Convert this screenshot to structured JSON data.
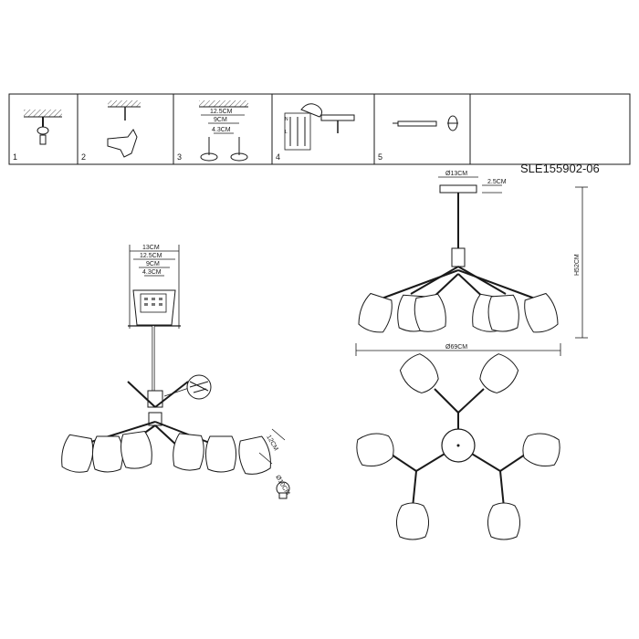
{
  "model_code": "SLE155902-06",
  "steps": [
    {
      "number": "1"
    },
    {
      "number": "2"
    },
    {
      "number": "3",
      "dims": [
        "12.5CM",
        "9CM",
        "4.3CM"
      ]
    },
    {
      "number": "4"
    },
    {
      "number": "5"
    }
  ],
  "left_view": {
    "bracket_dims": [
      "13CM",
      "12.5CM",
      "9CM",
      "4.3CM"
    ],
    "shade_height": "12CM",
    "bulb_diameter": "Ø10CM"
  },
  "side_view": {
    "canopy_diameter": "Ø13CM",
    "canopy_height": "2.5CM",
    "total_height": "H52CM",
    "total_width": "Ø69CM"
  },
  "colors": {
    "line": "#1a1a1a",
    "paper": "#ffffff",
    "hatch": "#555555"
  }
}
